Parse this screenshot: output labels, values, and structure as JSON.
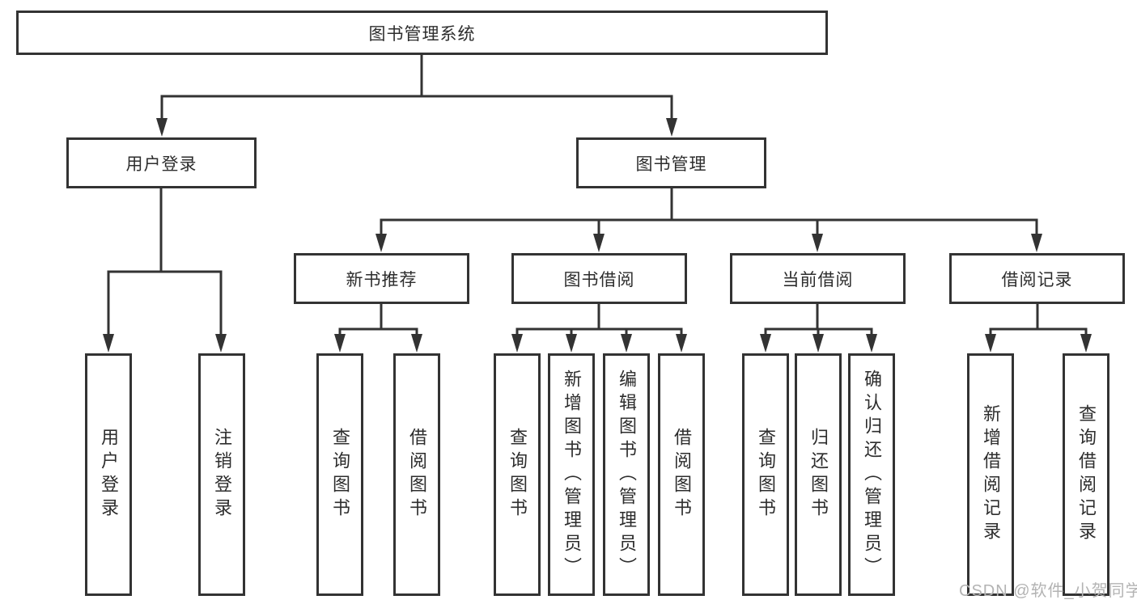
{
  "diagram": {
    "root": {
      "label": "图书管理系统"
    },
    "branches": [
      {
        "label": "用户登录",
        "children": [
          {
            "label": "用户登录"
          },
          {
            "label": "注销登录"
          }
        ]
      },
      {
        "label": "图书管理",
        "children": [
          {
            "label": "新书推荐",
            "children": [
              {
                "label": "查询图书"
              },
              {
                "label": "借阅图书"
              }
            ]
          },
          {
            "label": "图书借阅",
            "children": [
              {
                "label": "查询图书"
              },
              {
                "label": "新增图书（管理员）"
              },
              {
                "label": "编辑图书（管理员）"
              },
              {
                "label": "借阅图书"
              }
            ]
          },
          {
            "label": "当前借阅",
            "children": [
              {
                "label": "查询图书"
              },
              {
                "label": "归还图书"
              },
              {
                "label": "确认归还（管理员）"
              }
            ]
          },
          {
            "label": "借阅记录",
            "children": [
              {
                "label": "新增借阅记录"
              },
              {
                "label": "查询借阅记录"
              }
            ]
          }
        ]
      }
    ]
  },
  "watermark": {
    "text": "CSDN @软件_小贺同学"
  },
  "colors": {
    "line": "#333333",
    "text": "#2d2d2d",
    "background": "#ffffff",
    "watermark": "#b3b3b3"
  }
}
